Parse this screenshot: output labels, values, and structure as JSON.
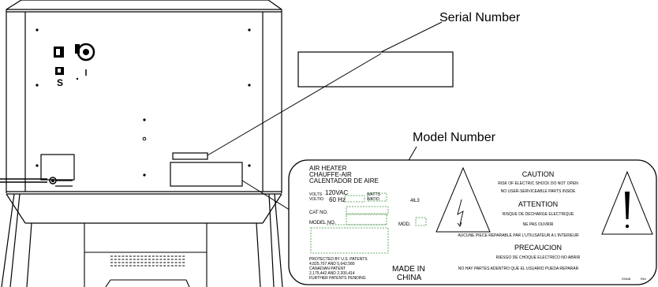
{
  "callouts": {
    "serial": "Serial Number",
    "model": "Model Number"
  },
  "plate": {
    "product": [
      "AIR HEATER",
      "CHAUFFE-AIR",
      "CALENTADOR DE AIRE"
    ],
    "volts_label": "VOLTS",
    "voltio_label": "VOLTIO",
    "volts_value": "120VAC",
    "hz_value": "60 Hz",
    "watts_label": "WATTS",
    "watio_label": "WATIO",
    "code": "4IL3",
    "cat_label": "CAT NO.",
    "model_label": "MODEL NO.",
    "mod_label": "MOD.",
    "patents": [
      "PROTECTED BY U.S. PATENTS",
      "4,825,707 AND 5,642,580",
      "CANADIAN PATENT",
      "2,175,442 AND 2,200,414",
      "FURTHER PATENTS PENDING"
    ],
    "made_in": "MADE IN",
    "china": "CHINA",
    "caution_title": "CAUTION",
    "caution_line1": "RISK OF ELECTRIC SHOCK   DO NOT OPEN",
    "caution_line2": "NO USER-SERVICEABLE PARTS INSIDE",
    "attention_title": "ATTENTION",
    "attention_line1": "RISQUE DE DECHARGE ELECTRIQUE",
    "attention_line2": "NE PAS OUVRIR",
    "attention_line3": "AUCUNE PIECE REPARABLE PAR L'UTILISATEUR A L'INTERIEUR",
    "precaucion_title": "PRECAUCION",
    "precaucion_line1": "RIESGO DE CHOQUE ELECTRICO NO ABRIR",
    "precaucion_line2": "NO HAY PARTES ADENTRO QUE EL USUARIO PUEDA REPARAR",
    "corner_code": "29648",
    "corner_rev": "Rev"
  },
  "colors": {
    "line": "#000000",
    "dashed_field": "#3a8a3a"
  }
}
